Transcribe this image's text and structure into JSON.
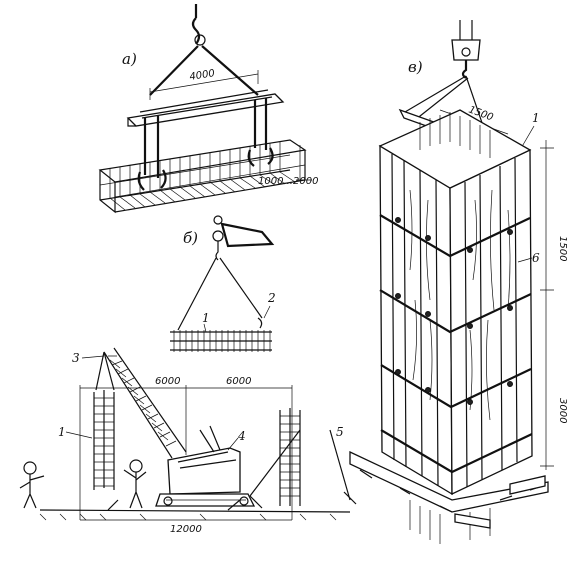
{
  "labels": {
    "panel_a": "а)",
    "panel_b": "б)",
    "panel_c": "в)",
    "num_1_b": "1",
    "num_2_b": "2",
    "num_1_left": "1",
    "num_3": "3",
    "num_4": "4",
    "num_5": "5",
    "num_1_right": "1",
    "num_6": "6"
  },
  "dimensions": {
    "a_span": "4000",
    "a_height_range": "1000...2000",
    "crane_left": "6000",
    "crane_right": "6000",
    "crane_total": "12000",
    "c_top": "1500",
    "c_side_upper": "1500",
    "c_side_lower": "3000"
  },
  "colors": {
    "ink": "#111111",
    "paper": "#ffffff"
  }
}
